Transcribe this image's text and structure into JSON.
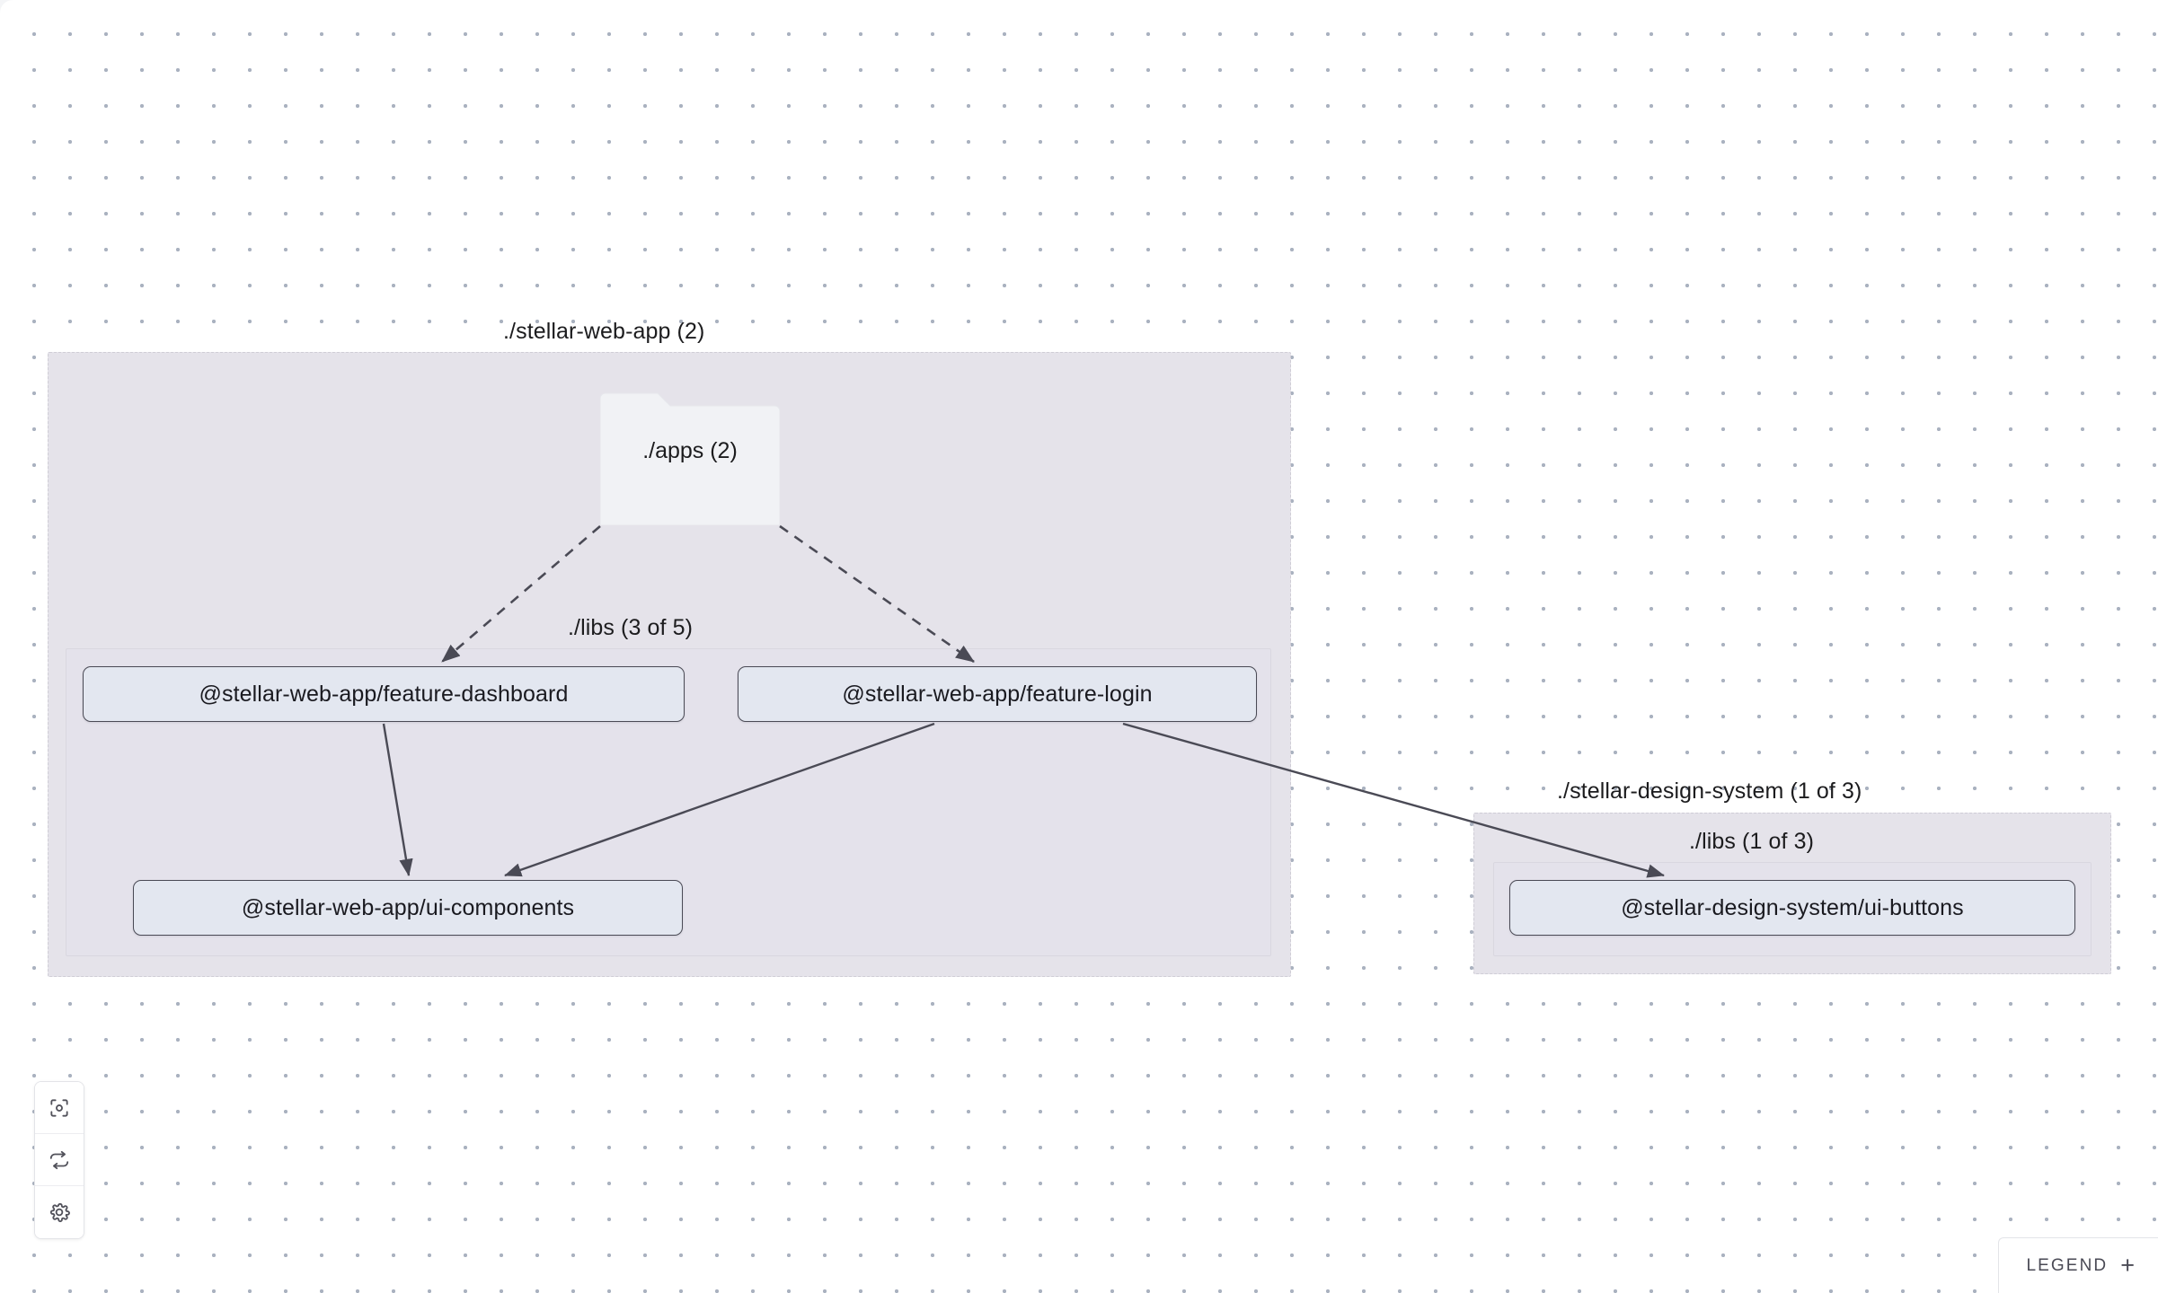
{
  "canvas": {
    "background_color": "#ffffff",
    "dot_color": "#aab2c0",
    "grid_spacing": 40
  },
  "graph": {
    "type": "dependency-graph",
    "projects": [
      {
        "id": "stellar-web-app",
        "label": "./stellar-web-app (2)",
        "kind": "workspace-group",
        "children": [
          {
            "id": "apps-folder",
            "label": "./apps (2)",
            "kind": "folder"
          },
          {
            "id": "web-app-libs",
            "label": "./libs (3 of 5)",
            "kind": "folder-group",
            "children": [
              {
                "id": "feature-dashboard",
                "label": "@stellar-web-app/feature-dashboard",
                "kind": "node"
              },
              {
                "id": "feature-login",
                "label": "@stellar-web-app/feature-login",
                "kind": "node"
              },
              {
                "id": "ui-components",
                "label": "@stellar-web-app/ui-components",
                "kind": "node"
              }
            ]
          }
        ]
      },
      {
        "id": "stellar-design-system",
        "label": "./stellar-design-system (1 of 3)",
        "kind": "workspace-group",
        "children": [
          {
            "id": "design-system-libs",
            "label": "./libs (1 of 3)",
            "kind": "folder-group",
            "children": [
              {
                "id": "ui-buttons",
                "label": "@stellar-design-system/ui-buttons",
                "kind": "node"
              }
            ]
          }
        ]
      }
    ],
    "edges": [
      {
        "from": "apps-folder",
        "to": "feature-dashboard",
        "style": "dashed"
      },
      {
        "from": "apps-folder",
        "to": "feature-login",
        "style": "dashed"
      },
      {
        "from": "feature-dashboard",
        "to": "ui-components",
        "style": "solid"
      },
      {
        "from": "feature-login",
        "to": "ui-components",
        "style": "solid"
      },
      {
        "from": "feature-login",
        "to": "ui-buttons",
        "style": "solid"
      }
    ],
    "edge_color": "#4a4a55",
    "node_fill": "#e3e7f0",
    "node_border": "#4a4a55",
    "group_fill": "#e5e3ea"
  },
  "controls": {
    "buttons": [
      {
        "name": "focus-graph",
        "icon": "focus-target-icon"
      },
      {
        "name": "refresh-graph",
        "icon": "refresh-cycle-icon"
      },
      {
        "name": "graph-settings",
        "icon": "gear-icon"
      }
    ]
  },
  "legend": {
    "label": "LEGEND",
    "toggle": "+"
  }
}
